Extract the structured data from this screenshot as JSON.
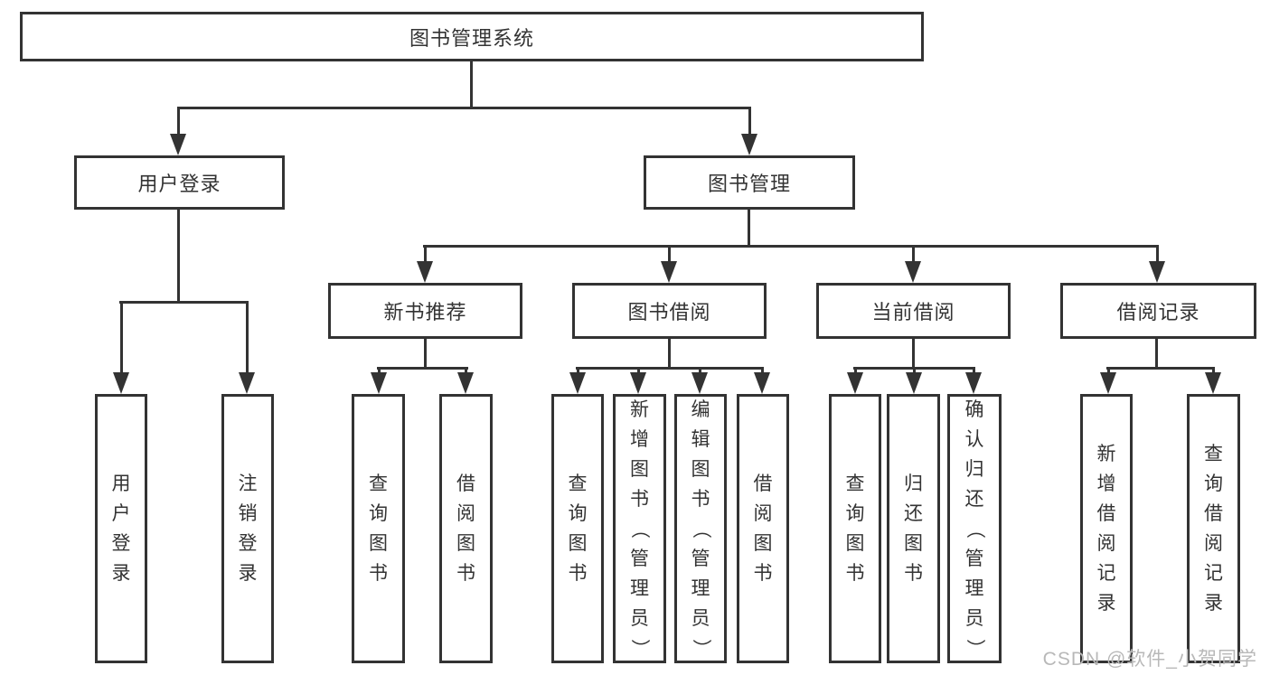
{
  "tree": {
    "root": "图书管理系统",
    "branches": [
      {
        "label": "用户登录",
        "children": [
          "用户登录",
          "注销登录"
        ]
      },
      {
        "label": "图书管理",
        "children": [
          {
            "label": "新书推荐",
            "children": [
              "查询图书",
              "借阅图书"
            ]
          },
          {
            "label": "图书借阅",
            "children": [
              "查询图书",
              "新增图书（管理员）",
              "编辑图书（管理员）",
              "借阅图书"
            ]
          },
          {
            "label": "当前借阅",
            "children": [
              "查询图书",
              "归还图书",
              "确认归还（管理员）"
            ]
          },
          {
            "label": "借阅记录",
            "children": [
              "新增借阅记录",
              "查询借阅记录"
            ]
          }
        ]
      }
    ]
  },
  "watermark": "CSDN @软件_小贺同学",
  "colors": {
    "line": "#333333",
    "box_bg": "#ffffff",
    "text": "#333333",
    "watermark": "#b8b8b8"
  }
}
